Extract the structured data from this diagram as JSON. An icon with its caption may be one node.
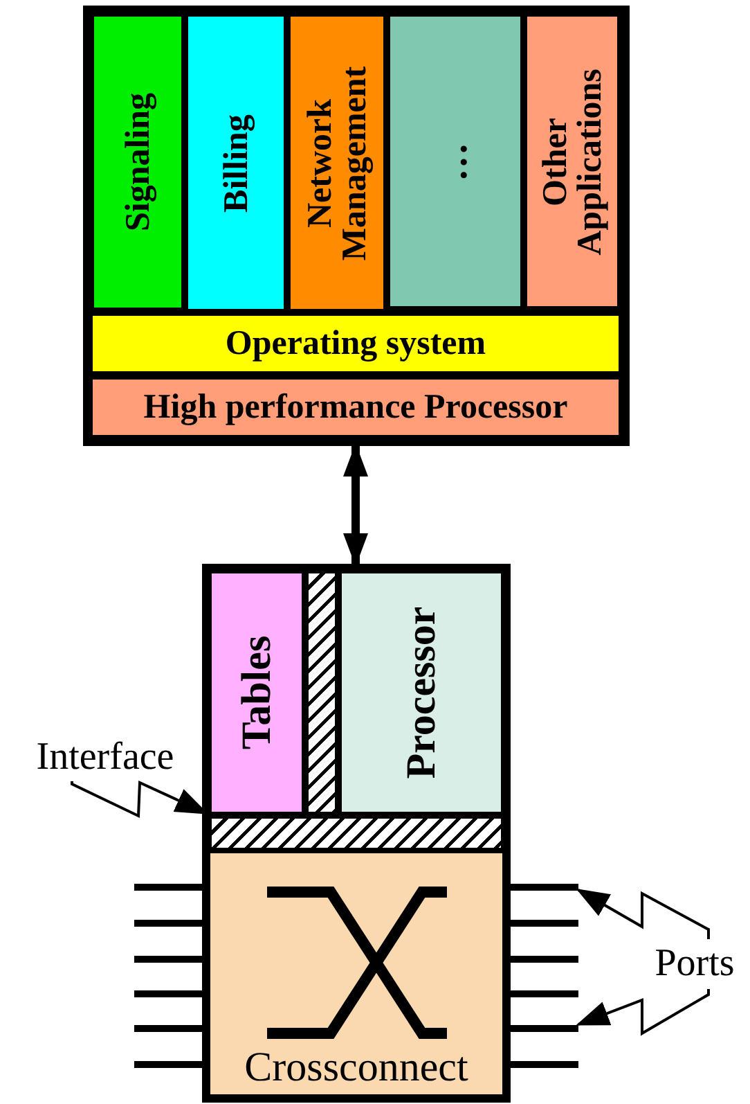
{
  "diagram": {
    "nodes": [
      {
        "text": [],
        "shape": "box"
      },
      {
        "text": [
          "Signaling"
        ],
        "in": 0
      },
      {
        "text": [
          "Billing"
        ],
        "in": 0
      },
      {
        "text": [
          "Network Management"
        ],
        "in": 0
      },
      {
        "text": [
          "…"
        ],
        "in": 0
      },
      {
        "text": [
          "Other Applications"
        ],
        "in": 0
      },
      {
        "text": [
          "Operating system"
        ],
        "in": 0
      },
      {
        "text": [
          "High performance Processor"
        ],
        "in": 0
      },
      {
        "text": [],
        "shape": "box"
      },
      {
        "text": [
          "Tables"
        ],
        "in": 8
      },
      {
        "text": [],
        "shape": "bar",
        "in": 8
      },
      {
        "text": [
          "Processor"
        ],
        "in": 8
      },
      {
        "text": [],
        "shape": "bar",
        "in": 8
      },
      {
        "text": [
          "Crossconnect"
        ],
        "in": 8
      },
      {
        "text": [
          "Interface"
        ]
      },
      {
        "text": [
          "Ports"
        ]
      },
      {
        "text": [],
        "shape": "bar"
      },
      {
        "text": [],
        "shape": "bar"
      },
      {
        "text": [],
        "shape": "bar"
      },
      {
        "text": [],
        "shape": "bar"
      },
      {
        "text": [],
        "shape": "bar"
      },
      {
        "text": [],
        "shape": "bar"
      },
      {
        "text": [],
        "shape": "bar"
      },
      {
        "text": [],
        "shape": "bar"
      },
      {
        "text": [],
        "shape": "bar"
      },
      {
        "text": [],
        "shape": "bar"
      },
      {
        "text": [],
        "shape": "bar"
      },
      {
        "text": [],
        "shape": "bar"
      }
    ],
    "edges": [
      {
        "from": 0,
        "to": 8,
        "arrow": "both",
        "style": "thick"
      },
      {
        "from": 14,
        "to": 12,
        "arrow": "to"
      },
      {
        "from": 15,
        "to": 22,
        "arrow": "to"
      },
      {
        "from": 15,
        "to": 26,
        "arrow": "to"
      }
    ]
  }
}
